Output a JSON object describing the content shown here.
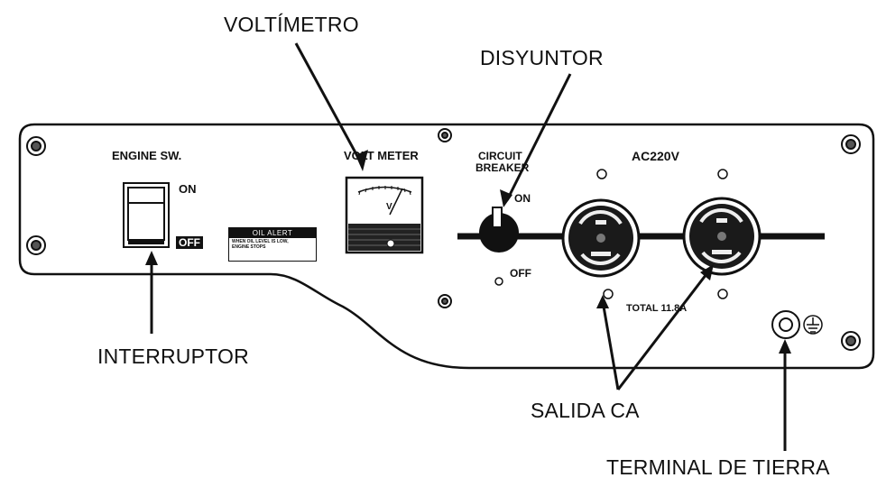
{
  "callouts": {
    "voltimetro": "VOLTÍMETRO",
    "disyuntor": "DISYUNTOR",
    "interruptor": "INTERRUPTOR",
    "salida_ca": "SALIDA CA",
    "terminal_tierra": "TERMINAL DE TIERRA"
  },
  "panel": {
    "engine_sw": "ENGINE SW.",
    "engine_on": "ON",
    "engine_off": "OFF",
    "oil_alert_title": "OIL ALERT",
    "oil_alert_text_1": "WHEN OIL LEVEL IS LOW,",
    "oil_alert_text_2": "ENGINE STOPS",
    "volt_meter": "VOLT METER",
    "volt_meter_unit": "V",
    "circuit_breaker_1": "CIRCUIT",
    "circuit_breaker_2": "BREAKER",
    "breaker_on": "ON",
    "breaker_off": "OFF",
    "ac_label": "AC220V",
    "total": "TOTAL 11.8A"
  },
  "colors": {
    "ink": "#111111",
    "background": "#ffffff",
    "outlet_face": "#1a1a1a"
  }
}
